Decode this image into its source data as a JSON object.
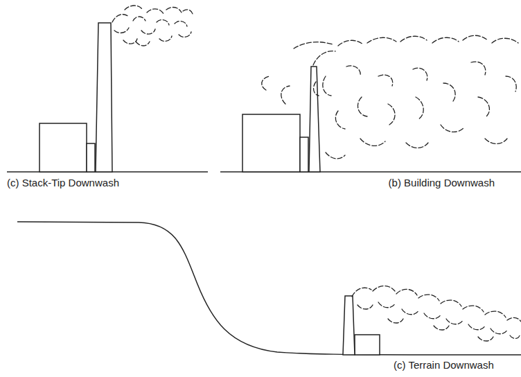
{
  "diagram": {
    "labels": [
      "(c) Stack-Tip Downwash",
      "(b) Building Downwash",
      "(c) Terrain Downwash"
    ]
  }
}
